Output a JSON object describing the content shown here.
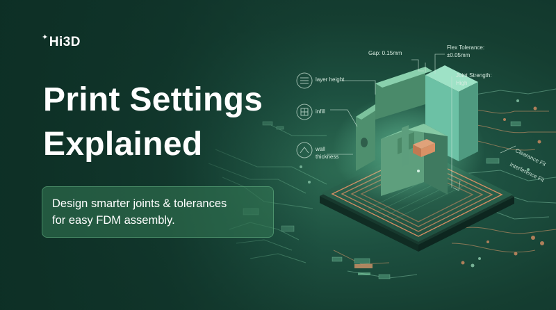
{
  "brand": {
    "name": "Hi3D",
    "spark_icon": "sparkle-icon"
  },
  "headline": {
    "line1": "Print Settings",
    "line2": "Explained"
  },
  "tagline": {
    "line1": "Design smarter joints & tolerances",
    "line2": "for easy FDM assembly."
  },
  "callouts": {
    "gap": "Gap: 0.15mm",
    "flex_tolerance_1": "Flex Tolerance:",
    "flex_tolerance_2": "±0.05mm",
    "joint_strength_1": "Joint Strength:",
    "joint_strength_2": "High",
    "layer_height": "layer height",
    "infill": "infill",
    "wall_1": "wall",
    "wall_2": "thickness",
    "clearance_fit": "Clearance Fit",
    "interference_fit": "Interference Fit"
  },
  "colors": {
    "background": "#153e31",
    "accent": "#7fd0a5",
    "copper": "#d58d63",
    "part": "#5fa07f"
  }
}
